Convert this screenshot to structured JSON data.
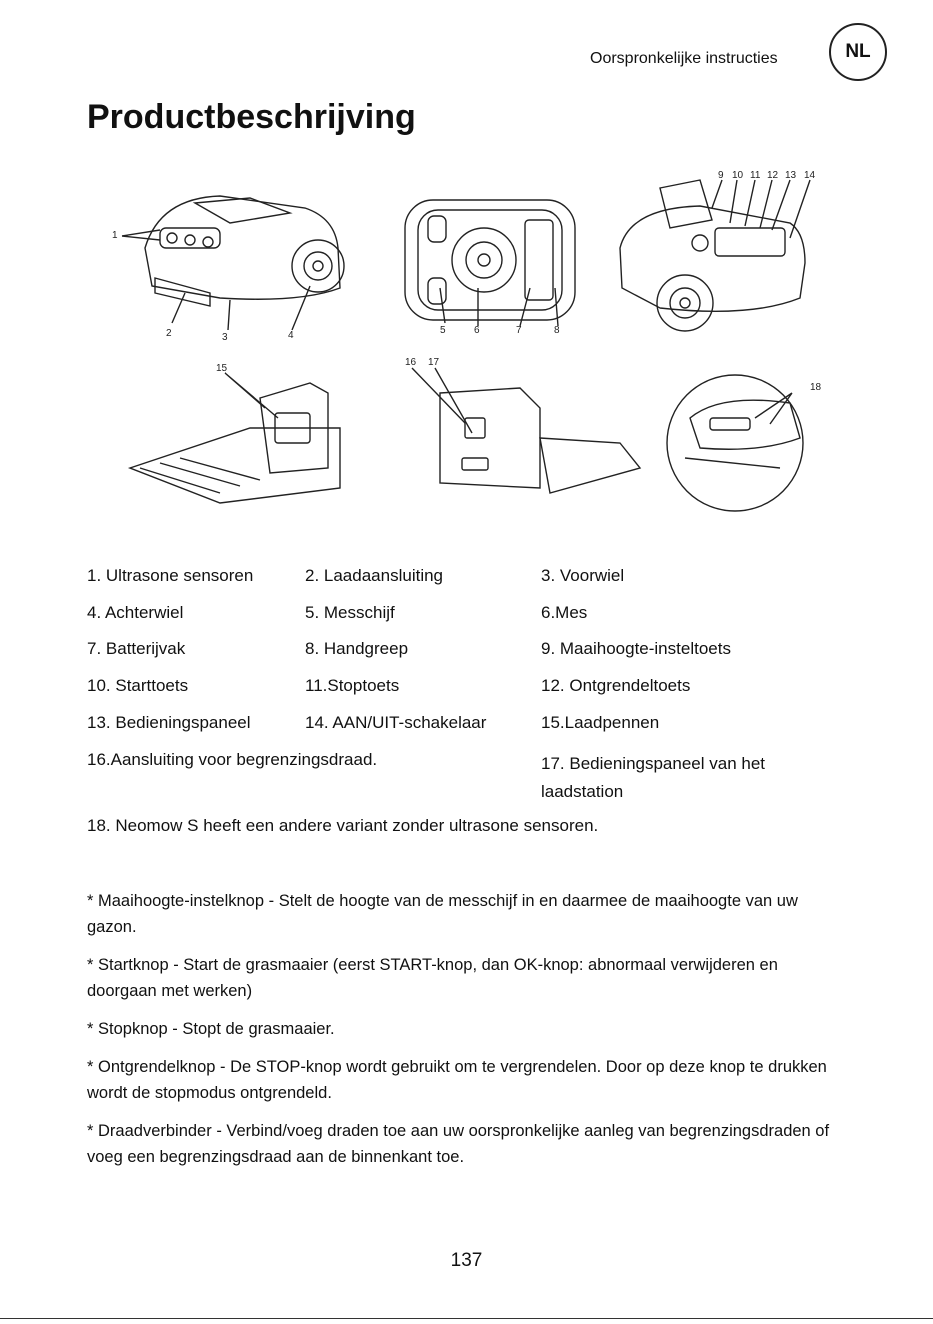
{
  "header": {
    "subtitle": "Oorspronkelijke instructies",
    "lang_badge": "NL"
  },
  "title": "Productbeschrijving",
  "figure": {
    "callouts": [
      "1",
      "2",
      "3",
      "4",
      "5",
      "6",
      "7",
      "8",
      "9",
      "10",
      "11",
      "12",
      "13",
      "14",
      "15",
      "16",
      "17",
      "18"
    ]
  },
  "parts": [
    [
      "1. Ultrasone sensoren",
      "2. Laadaansluiting",
      "3. Voorwiel"
    ],
    [
      "4. Achterwiel",
      "5. Messchijf",
      "6.Mes"
    ],
    [
      "7. Batterijvak",
      "8. Handgreep",
      "9. Maaihoogte-insteltoets"
    ],
    [
      "10. Starttoets",
      "11.Stoptoets",
      "12. Ontgrendeltoets"
    ],
    [
      "13. Bedieningspaneel",
      "14. AAN/UIT-schakelaar",
      "15.Laadpennen"
    ],
    [
      "16.Aansluiting voor begrenzingsdraad.",
      "17. Bedieningspaneel van het laadstation"
    ],
    [
      "18. Neomow S heeft een andere variant zonder ultrasone sensoren."
    ]
  ],
  "notes": [
    "* Maaihoogte-instelknop - Stelt de hoogte van de messchijf in en daarmee de maaihoogte van uw gazon.",
    "* Startknop - Start de grasmaaier (eerst START-knop, dan OK-knop: abnormaal verwijderen en doorgaan met werken)",
    "* Stopknop - Stopt de grasmaaier.",
    "* Ontgrendelknop - De STOP-knop wordt gebruikt om te vergrendelen. Door op deze knop te drukken wordt de stopmodus ontgrendeld.",
    "* Draadverbinder - Verbind/voeg draden toe aan uw oorspronkelijke aanleg van begrenzingsdraden of voeg een begrenzingsdraad aan de binnenkant toe."
  ],
  "page_number": "137"
}
